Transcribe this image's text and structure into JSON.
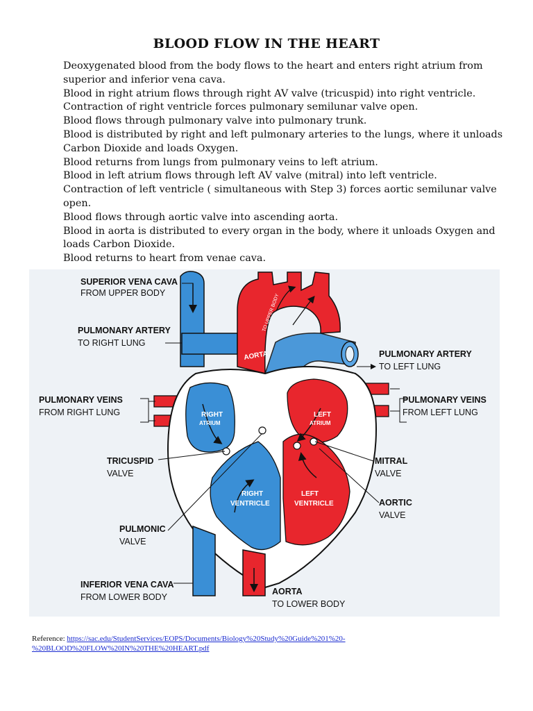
{
  "title": "BLOOD FLOW IN THE HEART",
  "paragraphs": [
    "Deoxygenated blood from the body flows to the heart and enters right atrium from superior and inferior vena cava.",
    "Blood in right atrium flows through right AV valve (tricuspid) into right ventricle.",
    "Contraction of right ventricle forces pulmonary semilunar valve open.",
    "Blood flows through pulmonary valve into pulmonary trunk.",
    "Blood is distributed by right and left pulmonary arteries to the lungs, where it unloads Carbon Dioxide  and loads Oxygen.",
    "Blood returns from lungs from pulmonary veins to left atrium.",
    "Blood in left atrium flows through left AV valve (mitral) into left ventricle.",
    "Contraction of left ventricle ( simultaneous with Step 3) forces aortic semilunar valve open.",
    "Blood flows through aortic valve into ascending aorta.",
    "Blood in aorta is distributed to every organ in the body, where it unloads Oxygen and loads Carbon Dioxide.",
    "Blood returns to heart from venae cava."
  ],
  "diagram": {
    "labels": {
      "svc_title": "SUPERIOR VENA CAVA",
      "svc_sub": "FROM UPPER BODY",
      "rpa_title": "PULMONARY ARTERY",
      "rpa_sub": "TO RIGHT LUNG",
      "lpa_title": "PULMONARY ARTERY",
      "lpa_sub": "TO LEFT LUNG",
      "rpv_title": "PULMONARY VEINS",
      "rpv_sub": "FROM RIGHT LUNG",
      "lpv_title": "PULMONARY VEINS",
      "lpv_sub": "FROM LEFT LUNG",
      "tricuspid_title": "TRICUSPID",
      "tricuspid_sub": "VALVE",
      "mitral_title": "MITRAL",
      "mitral_sub": "VALVE",
      "aortic_title": "AORTIC",
      "aortic_sub": "VALVE",
      "pulmonic_title": "PULMONIC",
      "pulmonic_sub": "VALVE",
      "ivc_title": "INFERIOR VENA CAVA",
      "ivc_sub": "FROM LOWER BODY",
      "aorta_title": "AORTA",
      "aorta_sub": "TO LOWER BODY"
    },
    "inner": {
      "right_atrium_1": "RIGHT",
      "right_atrium_2": "ATRIUM",
      "left_atrium_1": "LEFT",
      "left_atrium_2": "ATRIUM",
      "right_ventricle_1": "RIGHT",
      "right_ventricle_2": "VENTRICLE",
      "left_ventricle_1": "LEFT",
      "left_ventricle_2": "VENTRICLE",
      "aorta": "AORTA",
      "to_upper_body": "TO UPPER BODY"
    },
    "colors": {
      "oxygenated": "#e8262d",
      "deoxygenated": "#3a8fd6",
      "outline": "#111111"
    }
  },
  "reference": {
    "label": "Reference:",
    "url_line1": "https://sac.edu/StudentServices/EOPS/Documents/Biology%20Study%20Guide%201%20-",
    "url_line2": "%20BLOOD%20FLOW%20IN%20THE%20HEART.pdf"
  }
}
